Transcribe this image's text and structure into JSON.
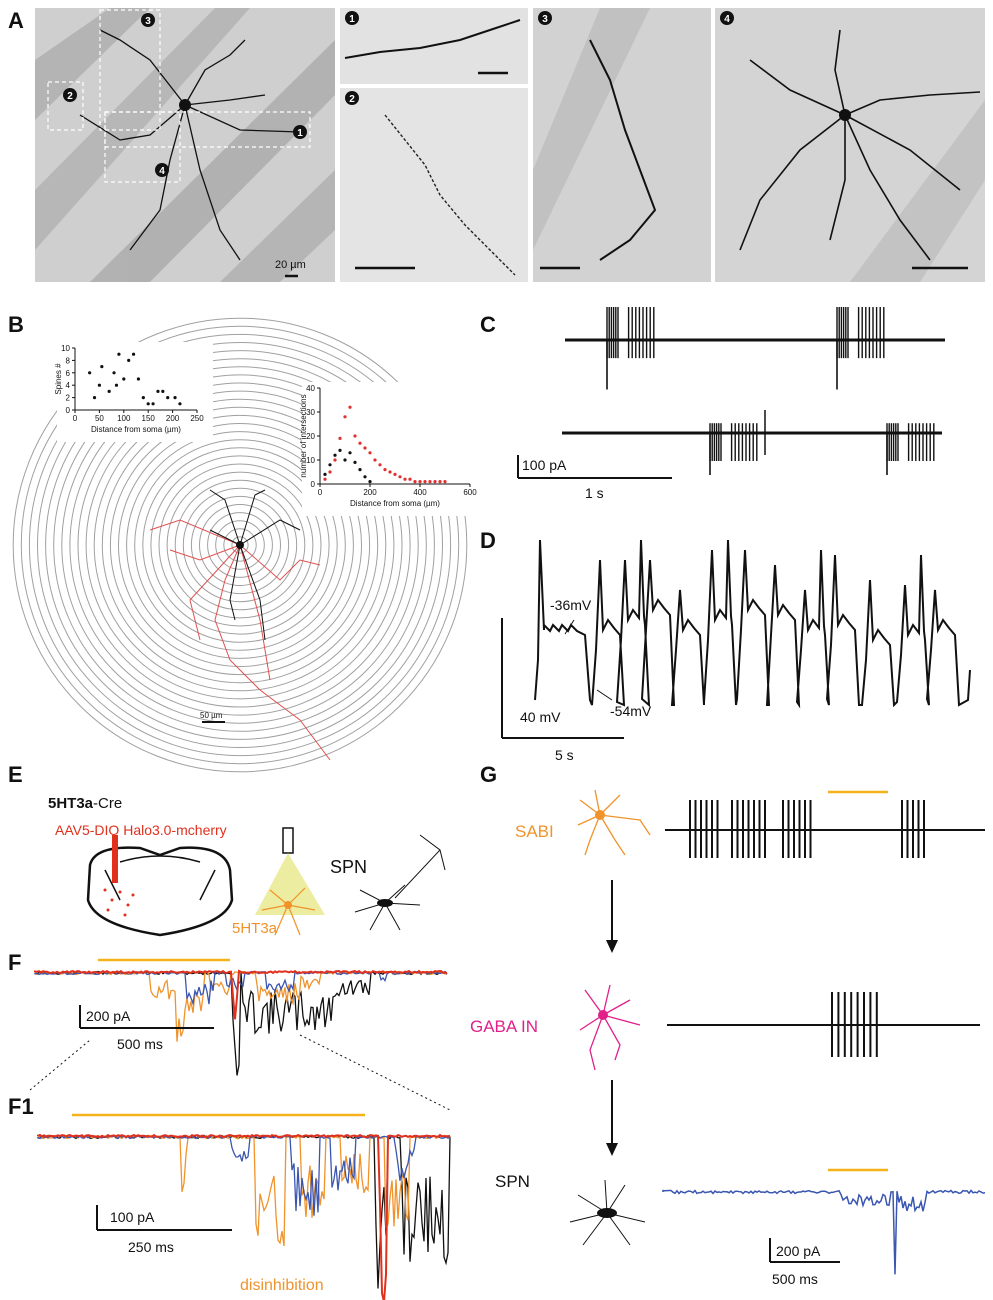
{
  "panels": {
    "A": {
      "label": "A",
      "scalebar": "20 µm",
      "insets": [
        "1",
        "2",
        "3",
        "4"
      ],
      "colors": {
        "stain": "#111111",
        "background": "#b8b8b8"
      }
    },
    "B": {
      "label": "B",
      "scalebar": "50 µm",
      "colors": {
        "tracing_a": "#111111",
        "tracing_b": "#e05050",
        "rings": "#9a9a9a"
      }
    },
    "C": {
      "label": "C",
      "scale_current": "100 pA",
      "scale_time": "1 s"
    },
    "D": {
      "label": "D",
      "scale_voltage": "40 mV",
      "scale_time": "5 s",
      "annot_high": "-36mV",
      "annot_low": "-54mV"
    },
    "E": {
      "label": "E",
      "title_bold": "5HT3a",
      "title_rest": "-Cre",
      "virus": "AAV5-DIO Halo3.0-mcherry",
      "cell_5ht3a": "5HT3a",
      "cell_spn": "SPN",
      "colors": {
        "virus": "#e0301e",
        "cell": "#f0932b",
        "light": "#e8e88a"
      }
    },
    "F": {
      "label": "F",
      "scale_current": "200 pA",
      "scale_time": "500 ms"
    },
    "F1": {
      "label": "F1",
      "scale_current": "100 pA",
      "scale_time": "250 ms",
      "annot": "disinhibition"
    },
    "G": {
      "label": "G",
      "cell1": "SABI",
      "cell2": "GABA IN",
      "cell3": "SPN",
      "scale_current": "200 pA",
      "scale_time": "500 ms",
      "colors": {
        "sabi": "#f0932b",
        "gaba": "#e0218a",
        "trace": "#3a56b0",
        "light_bar": "#f5b21b"
      }
    }
  },
  "chart_data": [
    {
      "type": "scatter",
      "title": "",
      "xlabel": "Distance from soma (µm)",
      "ylabel": "Spines #",
      "xlim": [
        0,
        250
      ],
      "ylim": [
        0,
        10
      ],
      "xticks": [
        0,
        50,
        100,
        150,
        200,
        250
      ],
      "yticks": [
        0,
        2,
        4,
        6,
        8,
        10
      ],
      "series": [
        {
          "values": [
            {
              "x": 30,
              "y": 6
            },
            {
              "x": 40,
              "y": 2
            },
            {
              "x": 50,
              "y": 4
            },
            {
              "x": 55,
              "y": 7
            },
            {
              "x": 70,
              "y": 3
            },
            {
              "x": 80,
              "y": 6
            },
            {
              "x": 90,
              "y": 9
            },
            {
              "x": 100,
              "y": 5
            },
            {
              "x": 110,
              "y": 8
            },
            {
              "x": 120,
              "y": 9
            },
            {
              "x": 130,
              "y": 5
            },
            {
              "x": 140,
              "y": 2
            },
            {
              "x": 150,
              "y": 1
            },
            {
              "x": 160,
              "y": 1
            },
            {
              "x": 170,
              "y": 3
            },
            {
              "x": 180,
              "y": 3
            },
            {
              "x": 190,
              "y": 2
            },
            {
              "x": 205,
              "y": 2
            },
            {
              "x": 215,
              "y": 1
            },
            {
              "x": 85,
              "y": 4
            }
          ]
        }
      ]
    },
    {
      "type": "scatter",
      "title": "",
      "xlabel": "Distance from soma (µm)",
      "ylabel": "number of intersections",
      "xlim": [
        0,
        600
      ],
      "ylim": [
        0,
        40
      ],
      "xticks": [
        0,
        200,
        400,
        600
      ],
      "yticks": [
        0,
        10,
        20,
        30,
        40
      ],
      "series": [
        {
          "color": "#111111",
          "values": [
            {
              "x": 20,
              "y": 4
            },
            {
              "x": 40,
              "y": 8
            },
            {
              "x": 60,
              "y": 12
            },
            {
              "x": 80,
              "y": 14
            },
            {
              "x": 100,
              "y": 10
            },
            {
              "x": 120,
              "y": 13
            },
            {
              "x": 140,
              "y": 9
            },
            {
              "x": 160,
              "y": 6
            },
            {
              "x": 180,
              "y": 3
            },
            {
              "x": 200,
              "y": 1
            }
          ]
        },
        {
          "color": "#e03030",
          "values": [
            {
              "x": 20,
              "y": 2
            },
            {
              "x": 40,
              "y": 5
            },
            {
              "x": 60,
              "y": 10
            },
            {
              "x": 80,
              "y": 19
            },
            {
              "x": 100,
              "y": 28
            },
            {
              "x": 120,
              "y": 32
            },
            {
              "x": 140,
              "y": 20
            },
            {
              "x": 160,
              "y": 17
            },
            {
              "x": 180,
              "y": 15
            },
            {
              "x": 200,
              "y": 13
            },
            {
              "x": 220,
              "y": 10
            },
            {
              "x": 240,
              "y": 8
            },
            {
              "x": 260,
              "y": 6
            },
            {
              "x": 280,
              "y": 5
            },
            {
              "x": 300,
              "y": 4
            },
            {
              "x": 320,
              "y": 3
            },
            {
              "x": 340,
              "y": 2
            },
            {
              "x": 360,
              "y": 2
            },
            {
              "x": 380,
              "y": 1
            },
            {
              "x": 400,
              "y": 1
            },
            {
              "x": 420,
              "y": 1
            },
            {
              "x": 440,
              "y": 1
            },
            {
              "x": 460,
              "y": 1
            },
            {
              "x": 480,
              "y": 1
            },
            {
              "x": 500,
              "y": 1
            }
          ]
        }
      ]
    }
  ]
}
